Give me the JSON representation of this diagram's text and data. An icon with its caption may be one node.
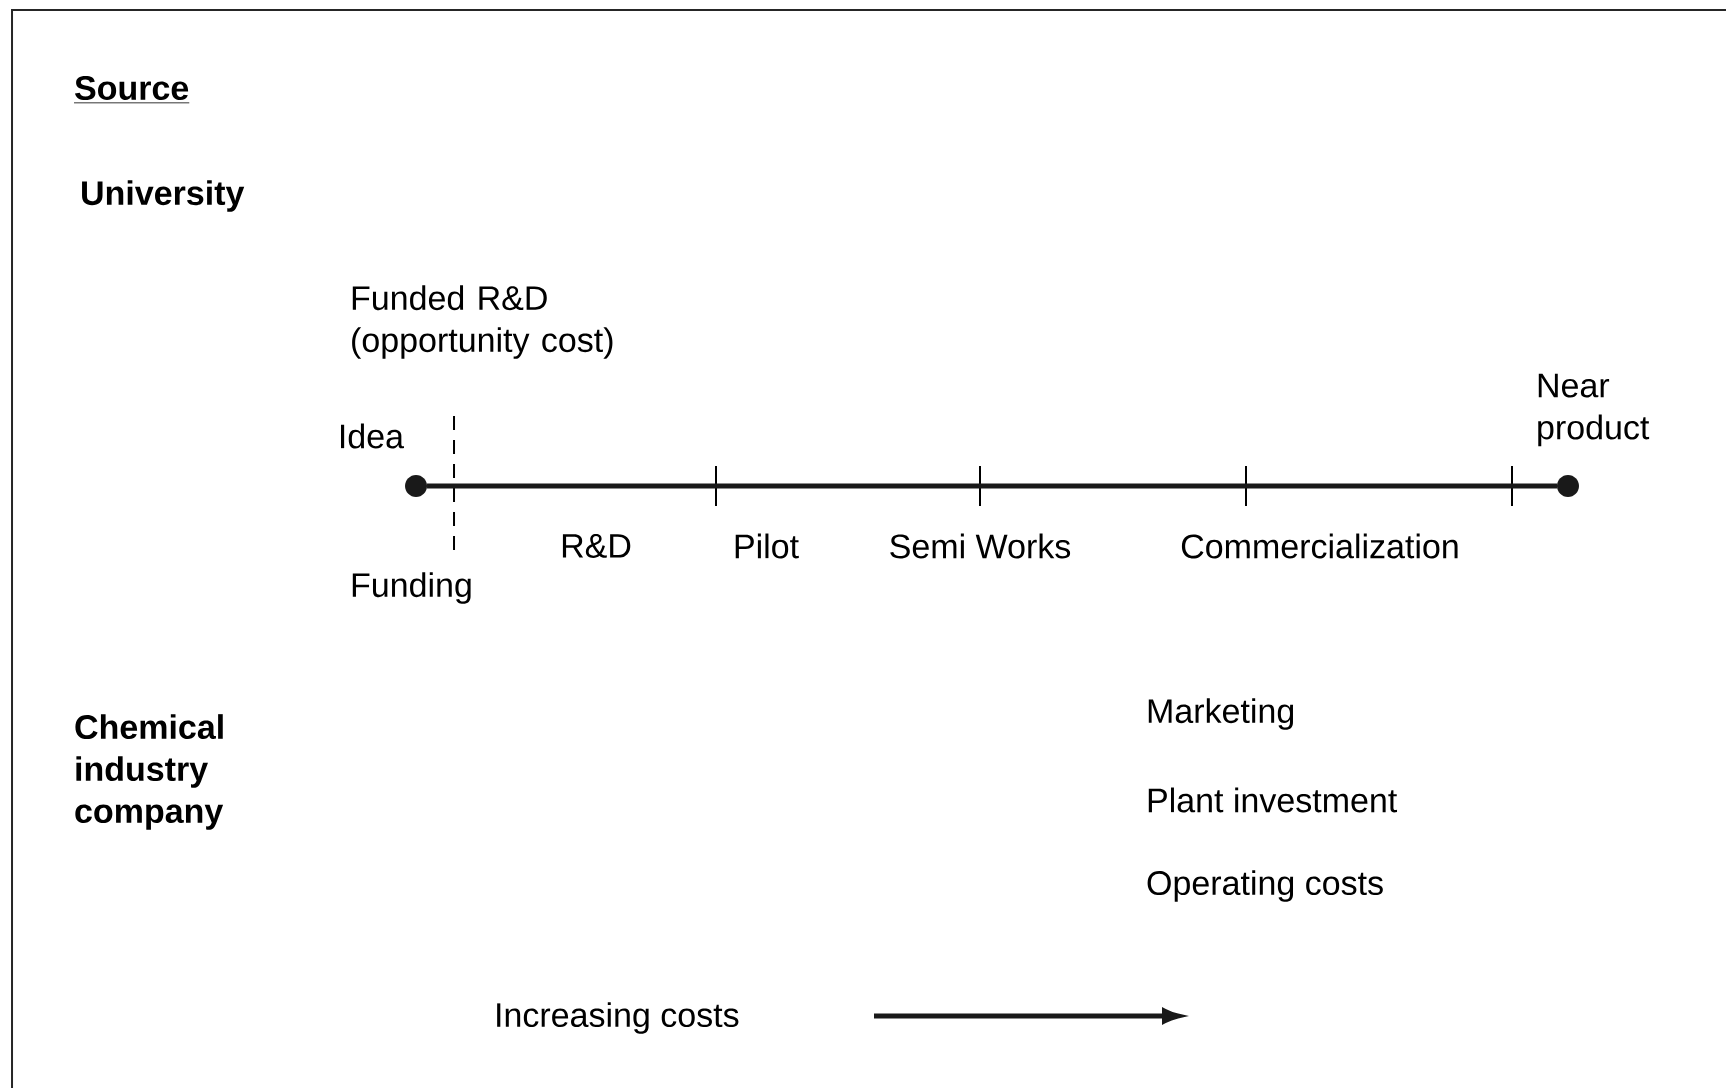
{
  "diagram": {
    "nodes": [
      {
        "text": [],
        "shape": "circle",
        "beside": [
          "Idea"
        ]
      },
      {
        "text": [],
        "shape": "circle",
        "beside": [
          "Near product"
        ]
      }
    ],
    "edges": [
      {
        "from": 0,
        "to": 1,
        "arrow": "none"
      }
    ],
    "labels": [
      "Source",
      "University",
      "Funded R&D (opportunity cost)",
      "R&D",
      "Pilot",
      "Semi Works",
      "Commercialization",
      "Funding",
      "Chemical industry company",
      "Marketing",
      "Plant investment",
      "Operating costs",
      "Increasing costs"
    ]
  }
}
